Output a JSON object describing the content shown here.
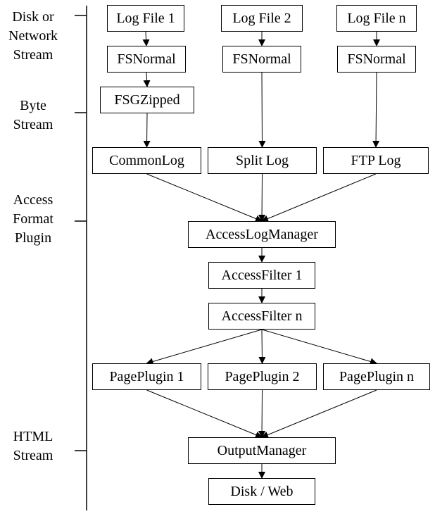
{
  "stages": [
    {
      "id": "disk",
      "lines": [
        "Disk or",
        "Network",
        "Stream"
      ]
    },
    {
      "id": "byte",
      "lines": [
        "Byte",
        "Stream"
      ]
    },
    {
      "id": "access",
      "lines": [
        "Access",
        "Format",
        "Plugin"
      ]
    },
    {
      "id": "html",
      "lines": [
        "HTML",
        "Stream"
      ]
    }
  ],
  "nodes": {
    "logfile1": "Log File 1",
    "logfile2": "Log File 2",
    "logfilen": "Log File n",
    "fsnormal1": "FSNormal",
    "fsnormal2": "FSNormal",
    "fsnormal3": "FSNormal",
    "fsgzipped": "FSGZipped",
    "commonlog": "CommonLog",
    "splitlog": "Split Log",
    "ftplog": "FTP Log",
    "accesslogmanager": "AccessLogManager",
    "accessfilter1": "AccessFilter 1",
    "accessfiltern": "AccessFilter n",
    "pageplugin1": "PagePlugin 1",
    "pageplugin2": "PagePlugin 2",
    "pagepluginn": "PagePlugin n",
    "outputmanager": "OutputManager",
    "diskweb": "Disk / Web"
  },
  "edges": [
    [
      "logfile1",
      "fsnormal1"
    ],
    [
      "logfile2",
      "fsnormal2"
    ],
    [
      "logfilen",
      "fsnormal3"
    ],
    [
      "fsnormal1",
      "fsgzipped"
    ],
    [
      "fsgzipped",
      "commonlog"
    ],
    [
      "fsnormal2",
      "splitlog"
    ],
    [
      "fsnormal3",
      "ftplog"
    ],
    [
      "commonlog",
      "accesslogmanager"
    ],
    [
      "splitlog",
      "accesslogmanager"
    ],
    [
      "ftplog",
      "accesslogmanager"
    ],
    [
      "accesslogmanager",
      "accessfilter1"
    ],
    [
      "accessfilter1",
      "accessfiltern"
    ],
    [
      "accessfiltern",
      "pageplugin1"
    ],
    [
      "accessfiltern",
      "pageplugin2"
    ],
    [
      "accessfiltern",
      "pagepluginn"
    ],
    [
      "pageplugin1",
      "outputmanager"
    ],
    [
      "pageplugin2",
      "outputmanager"
    ],
    [
      "pagepluginn",
      "outputmanager"
    ],
    [
      "outputmanager",
      "diskweb"
    ]
  ]
}
